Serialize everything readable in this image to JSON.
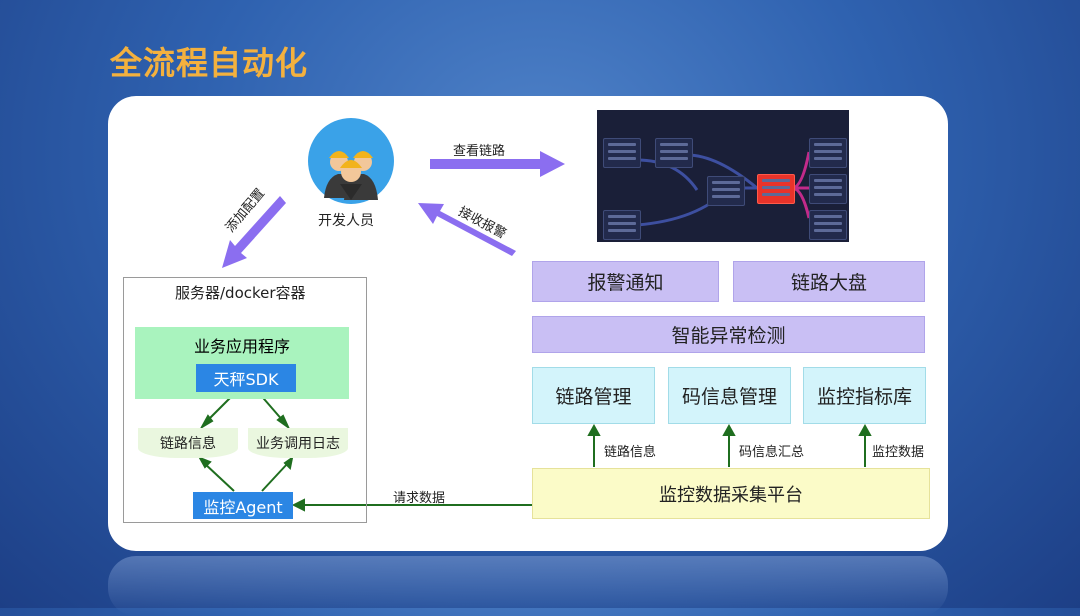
{
  "title": "全流程自动化",
  "developer": {
    "label": "开发人员"
  },
  "arrows": {
    "view_link": "查看链路",
    "add_config": "添加配置",
    "receive_alarm": "接收报警",
    "request_data": "请求数据",
    "link_info": "链路信息",
    "code_summary": "码信息汇总",
    "monitor_data": "监控数据"
  },
  "server": {
    "title": "服务器/docker容器",
    "app": "业务应用程序",
    "sdk": "天秤SDK",
    "link_info": "链路信息",
    "call_log": "业务调用日志",
    "agent": "监控Agent"
  },
  "platform": {
    "alarm_notice": "报警通知",
    "link_dashboard": "链路大盘",
    "anomaly_detect": "智能异常检测",
    "link_mgmt": "链路管理",
    "code_mgmt": "码信息管理",
    "metric_lib": "监控指标库",
    "collect": "监控数据采集平台"
  },
  "colors": {
    "title": "#f4b13e",
    "purple": "#c9bff4",
    "cyan": "#d3f4fb",
    "yellow": "#fbfbc8",
    "blue": "#2b86e4",
    "arrow_green": "#1f6e1f",
    "arrow_violet": "#8b6ef0"
  }
}
